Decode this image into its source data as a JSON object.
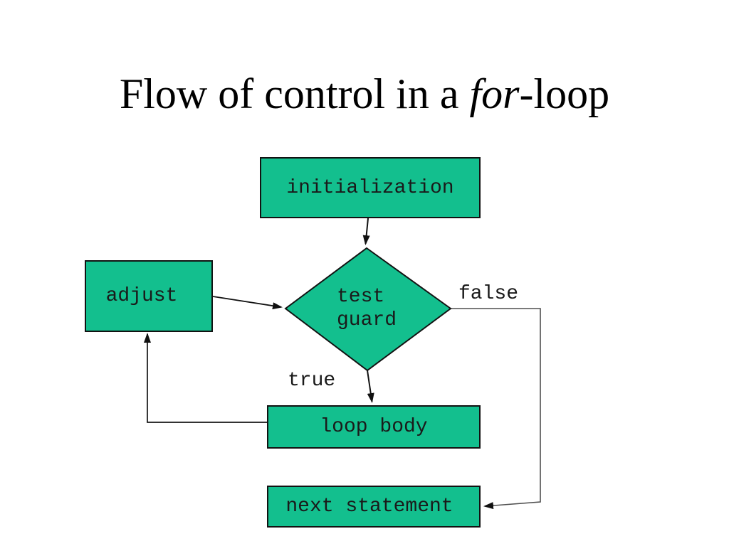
{
  "title": {
    "prefix": "Flow of control in a ",
    "italic_word": "for",
    "suffix": "-loop"
  },
  "nodes": {
    "initialization": "initialization",
    "test_guard": "test\nguard",
    "adjust": "adjust",
    "loop_body": "loop body",
    "next_statement": "next statement"
  },
  "edge_labels": {
    "false_label": "false",
    "true_label": "true"
  },
  "colors": {
    "node_fill": "#13bf8e",
    "node_border": "#121212",
    "arrow": "#111111",
    "false_line": "#4f4f4f",
    "text": "#1a1a1a",
    "background": "#ffffff"
  }
}
